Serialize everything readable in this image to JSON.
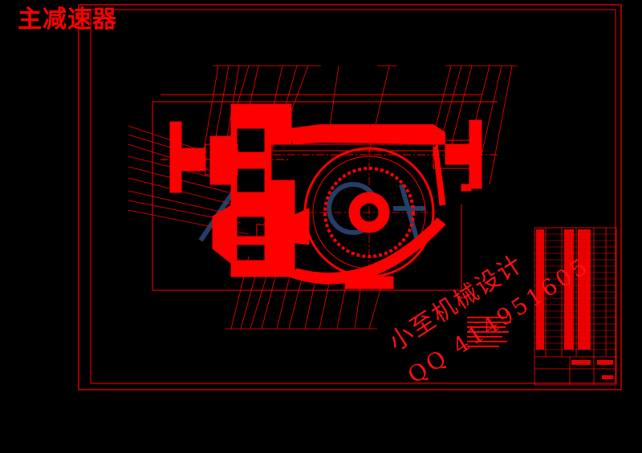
{
  "drawing": {
    "title": "主减速器"
  },
  "watermark": {
    "line1": "小至机械设计",
    "line2": "QQ 414951605"
  },
  "colors": {
    "background": "#000000",
    "lines": "#ff0000",
    "watermark_logo": "#2a4a7a"
  }
}
